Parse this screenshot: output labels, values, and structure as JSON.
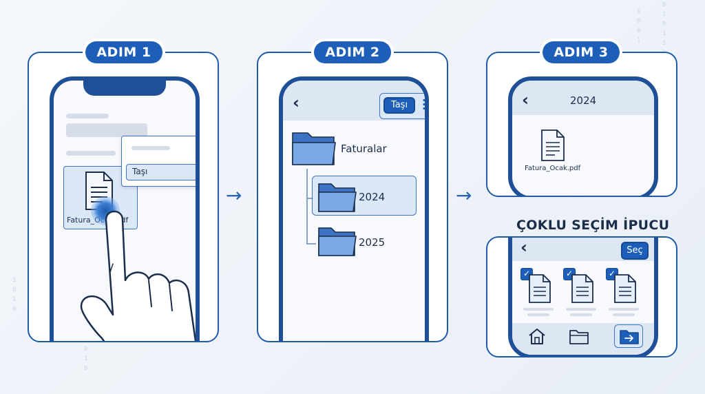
{
  "steps": [
    {
      "label": "ADIM 1"
    },
    {
      "label": "ADIM 2"
    },
    {
      "label": "ADIM 3"
    }
  ],
  "step1": {
    "menu_item": "Taşı",
    "file_name": "Fatura_Ocak.pdf"
  },
  "step2": {
    "move_button": "Taşı",
    "root_folder": "Faturalar",
    "sub_folders": [
      "2024",
      "2025"
    ]
  },
  "step3": {
    "header_title": "2024",
    "file_name": "Fatura_Ocak.pdf"
  },
  "tip": {
    "title": "ÇOKLU SEÇİM İPUCU",
    "select_button": "Seç"
  },
  "colors": {
    "accent": "#1d5fb8",
    "border": "#1f4f96",
    "folder": "#5a95e0",
    "highlight": "#dbe8f8"
  }
}
